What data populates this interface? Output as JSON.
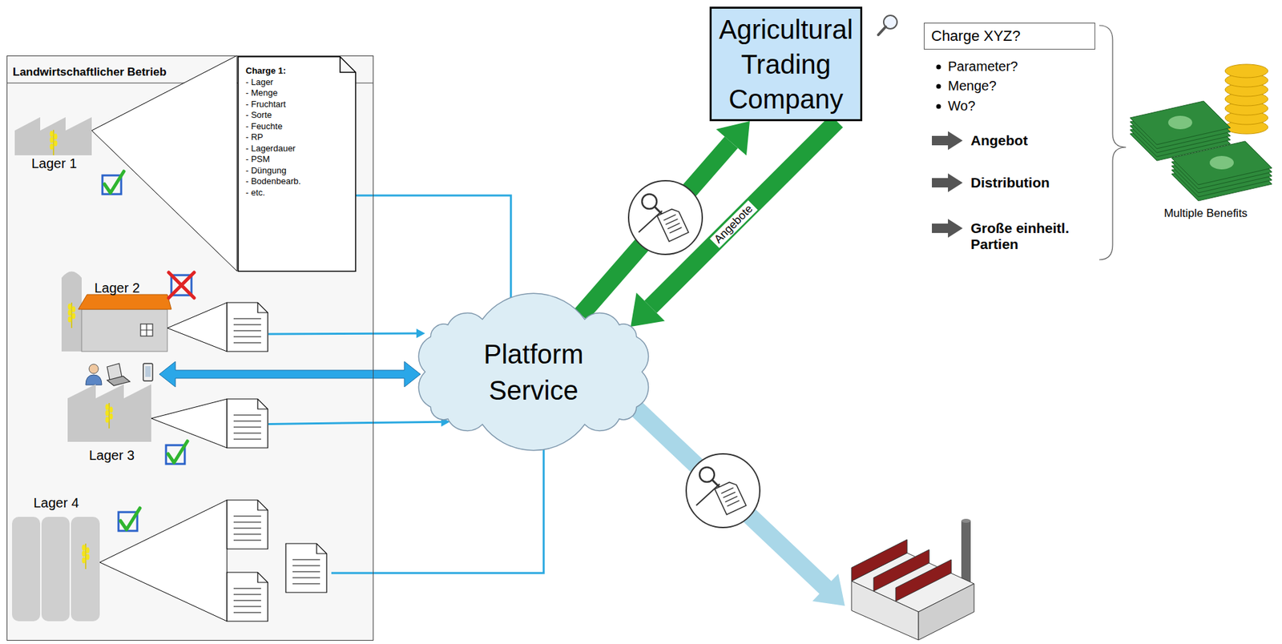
{
  "diagram": {
    "nodes": [
      {
        "text": [
          "Landwirtschaftlicher Betrieb"
        ]
      },
      {
        "text": [
          "Lager 1"
        ],
        "in": 0
      },
      {
        "text": [
          "Charge 1:",
          "- Lager",
          "- Menge",
          "- Fruchtart",
          "- Sorte",
          "- Feuchte",
          "- RP",
          "- Lagerdauer",
          "- PSM",
          "- Düngung",
          "- Bodenbearb.",
          "- etc."
        ],
        "in": 0
      },
      {
        "text": [
          "Lager 2"
        ],
        "in": 0
      },
      {
        "text": [
          "Lager 3"
        ],
        "in": 0
      },
      {
        "text": [
          "Lager 4"
        ],
        "in": 0
      },
      {
        "text": [
          "Platform Service"
        ]
      },
      {
        "text": [
          "Agricultural Trading Company"
        ]
      },
      {
        "text": [
          "Charge XYZ?"
        ]
      }
    ],
    "edges": [
      {
        "from": 2,
        "to": 6,
        "arrow": "to"
      },
      {
        "from": 3,
        "to": 6,
        "arrow": "to"
      },
      {
        "from": 4,
        "to": 6,
        "arrow": "to"
      },
      {
        "from": 5,
        "to": 6,
        "arrow": "to"
      },
      {
        "from": 6,
        "to": 7,
        "arrow": "to"
      },
      {
        "from": 7,
        "to": 6,
        "label": "Angebote",
        "arrow": "to"
      }
    ],
    "labels": [
      "Parameter?",
      "Menge?",
      "Wo?",
      "Angebot",
      "Distribution",
      "Große einheitl. Partien",
      "Multiple Benefits"
    ]
  }
}
